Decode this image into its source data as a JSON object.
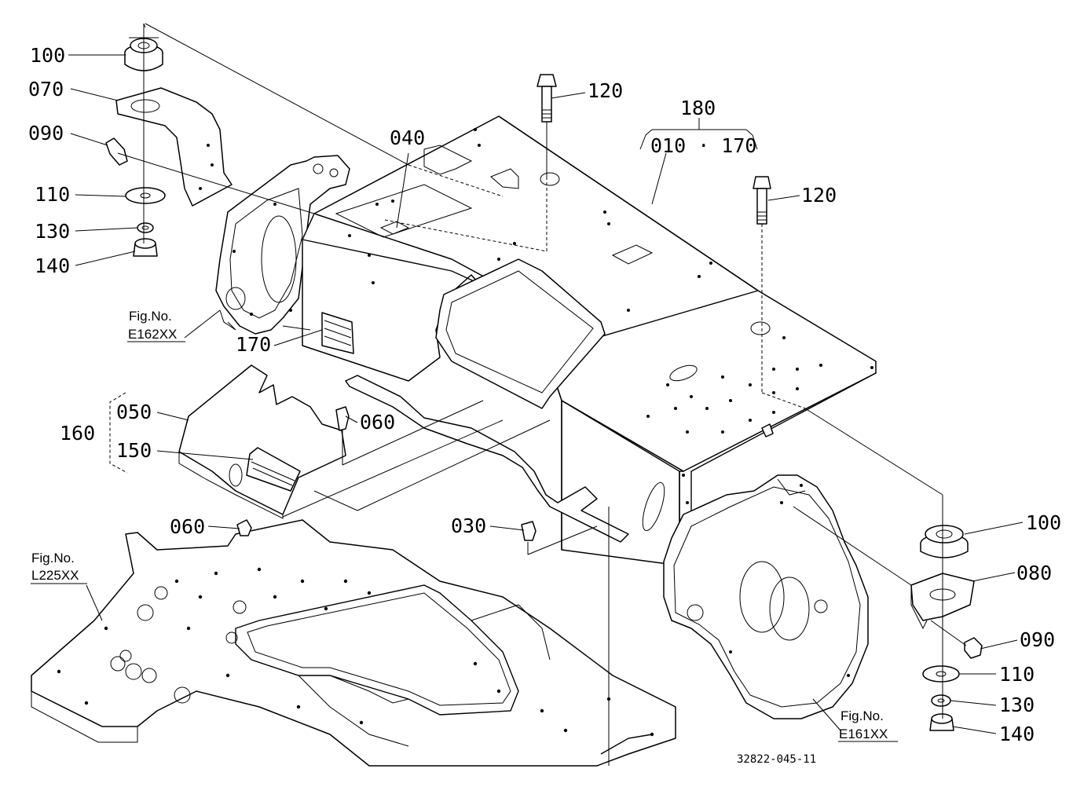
{
  "callouts": {
    "c100a": "100",
    "c070": "070",
    "c090a": "090",
    "c110a": "110",
    "c130a": "130",
    "c140a": "140",
    "c040": "040",
    "c120a": "120",
    "c180": "180",
    "c010_170": "010 · 170",
    "c120b": "120",
    "c170": "170",
    "c050": "050",
    "c160": "160",
    "c150": "150",
    "c060a": "060",
    "c060b": "060",
    "c030": "030",
    "c100b": "100",
    "c080": "080",
    "c090b": "090",
    "c110b": "110",
    "c130b": "130",
    "c140b": "140"
  },
  "figure_refs": {
    "e162_prefix": "Fig.No.",
    "e162": "E162XX",
    "l225_prefix": "Fig.No.",
    "l225": "L225XX",
    "e161_prefix": "Fig.No.",
    "e161": "E161XX"
  },
  "drawing_code": "32822-045-11"
}
